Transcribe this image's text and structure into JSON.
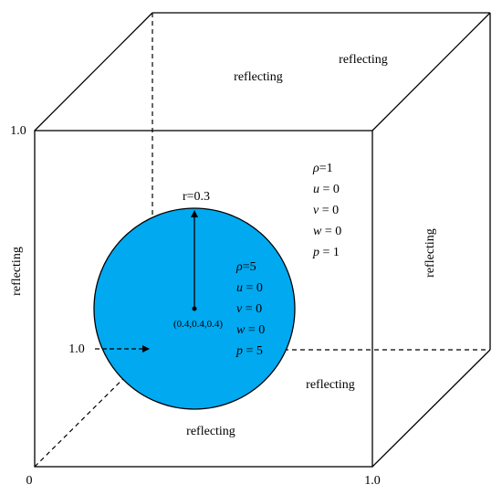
{
  "boundaries": {
    "top": "reflecting",
    "back": "reflecting",
    "left": "reflecting",
    "right": "reflecting",
    "bottom": "reflecting",
    "front": "reflecting"
  },
  "axes": {
    "origin": "0",
    "y_max": "1.0",
    "x_max": "1.0",
    "z_max": "1.0"
  },
  "sphere": {
    "radius_label": "r=0.3",
    "center_label": "(0.4,0.4,0.4)",
    "color": "#00a9f0",
    "state": [
      {
        "sym": "ρ",
        "eq": "=5"
      },
      {
        "sym": "u",
        "eq": " = 0"
      },
      {
        "sym": "v",
        "eq": " = 0"
      },
      {
        "sym": "w",
        "eq": " = 0"
      },
      {
        "sym": "p",
        "eq": " = 5"
      }
    ]
  },
  "ambient": {
    "state": [
      {
        "sym": "ρ",
        "eq": "=1"
      },
      {
        "sym": "u",
        "eq": " = 0"
      },
      {
        "sym": "v",
        "eq": " = 0"
      },
      {
        "sym": "w",
        "eq": " = 0"
      },
      {
        "sym": "p",
        "eq": " = 1"
      }
    ]
  }
}
